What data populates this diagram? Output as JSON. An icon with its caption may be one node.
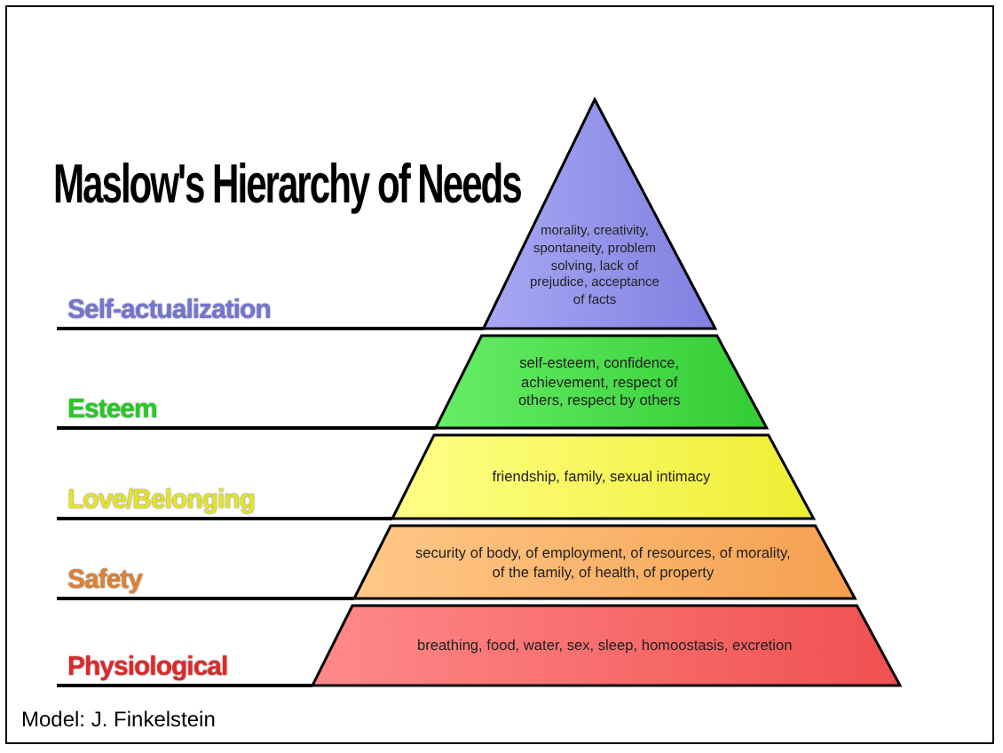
{
  "diagram": {
    "title": "Maslow's Hierarchy of Needs",
    "caption": "Model: J. Finkelstein",
    "nodes": [
      {
        "text": [
          "Self-actualization",
          "morality, creativity, spontaneity, problem solving, lack of prejudice, acceptance of facts"
        ]
      },
      {
        "text": [
          "Esteem",
          "self-esteem, confidence, achievement, respect of others, respect by others"
        ]
      },
      {
        "text": [
          "Love/Belonging",
          "friendship, family, sexual intimacy"
        ]
      },
      {
        "text": [
          "Safety",
          "security of body, of employment, of resources, of morality, of the family, of health, of property"
        ]
      },
      {
        "text": [
          "Physiological",
          "breathing, food, water, sex, sleep, homoostasis, excretion"
        ]
      }
    ]
  }
}
